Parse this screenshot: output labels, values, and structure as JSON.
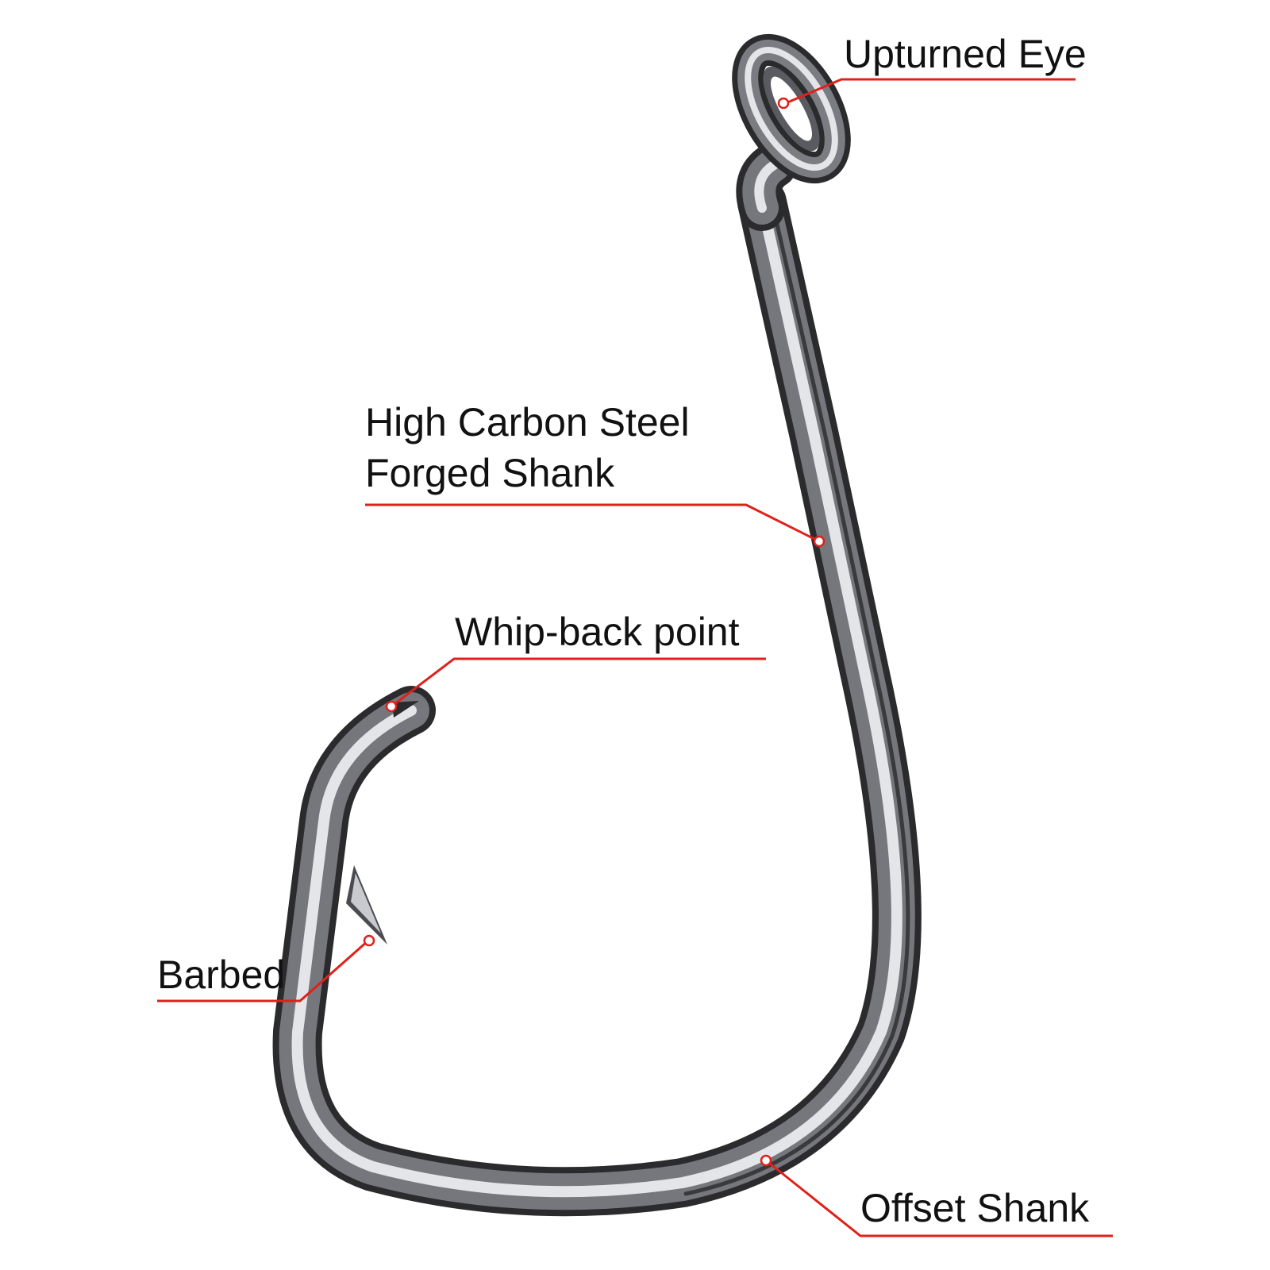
{
  "colors": {
    "background": "#ffffff",
    "leader_line": "#e0201b",
    "label_text": "#111111",
    "hook_steel_dark": "#2b2b2e",
    "hook_steel_mid": "#7c7e84",
    "hook_steel_light": "#e4e5e8"
  },
  "labels": {
    "upturned_eye": "Upturned Eye",
    "shank_line1": "High Carbon Steel",
    "shank_line2": "Forged Shank",
    "whip_back_point": "Whip-back point",
    "barbed": "Barbed",
    "offset_shank": "Offset Shank"
  }
}
